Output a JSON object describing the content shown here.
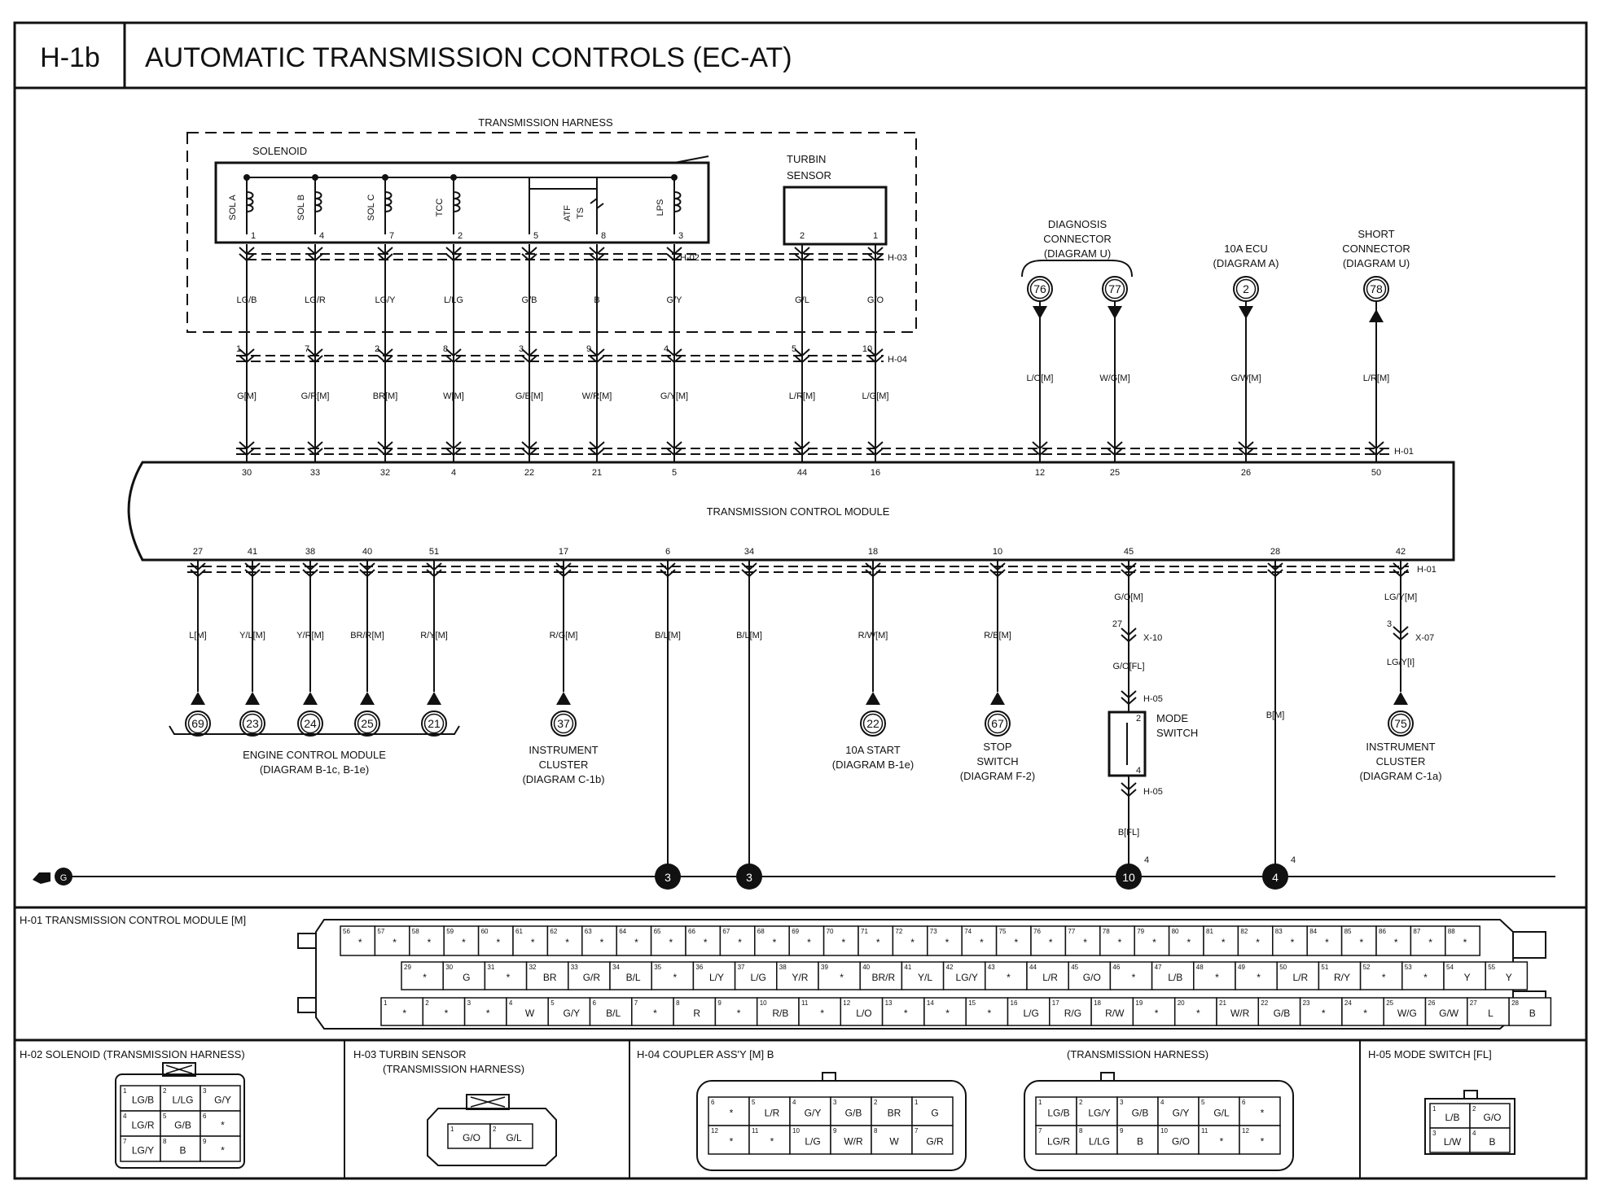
{
  "header": {
    "id": "H-1b",
    "title": "AUTOMATIC TRANSMISSION CONTROLS (EC-AT)"
  },
  "harness": {
    "label": "TRANSMISSION HARNESS"
  },
  "solenoid": {
    "label": "SOLENOID",
    "elements": [
      {
        "name": "SOL A",
        "pin": "1"
      },
      {
        "name": "SOL B",
        "pin": "4"
      },
      {
        "name": "SOL C",
        "pin": "7"
      },
      {
        "name": "TCC",
        "pin": "2"
      },
      {
        "name": "ATF TS",
        "pin": "5"
      },
      {
        "name": "",
        "pin": "8"
      },
      {
        "name": "LPS",
        "pin": "3"
      }
    ]
  },
  "turbin": {
    "label1": "TURBIN",
    "label2": "SENSOR",
    "pins": [
      "2",
      "1"
    ]
  },
  "tcm": {
    "label": "TRANSMISSION CONTROL MODULE"
  },
  "connector_ids": {
    "h02": "H-02",
    "h03": "H-03",
    "h04": "H-04",
    "h01": "H-01",
    "x10": "X-10",
    "x07": "X-07",
    "h05": "H-05"
  },
  "upper_wires": [
    {
      "harness_color": "LG/B",
      "h04_pin": "1",
      "wire": "G[M]",
      "tcm_pin": "30"
    },
    {
      "harness_color": "LG/R",
      "h04_pin": "7",
      "wire": "G/R[M]",
      "tcm_pin": "33"
    },
    {
      "harness_color": "LG/Y",
      "h04_pin": "2",
      "wire": "BR[M]",
      "tcm_pin": "32"
    },
    {
      "harness_color": "L/LG",
      "h04_pin": "8",
      "wire": "W[M]",
      "tcm_pin": "4"
    },
    {
      "harness_color": "G/B",
      "h04_pin": "3",
      "wire": "G/B[M]",
      "tcm_pin": "22"
    },
    {
      "harness_color": "B",
      "h04_pin": "9",
      "wire": "W/R[M]",
      "tcm_pin": "21"
    },
    {
      "harness_color": "G/Y",
      "h04_pin": "4",
      "wire": "G/Y[M]",
      "tcm_pin": "5"
    },
    {
      "harness_color": "G/L",
      "h04_pin": "5",
      "wire": "L/R[M]",
      "tcm_pin": "44"
    },
    {
      "harness_color": "G/O",
      "h04_pin": "10",
      "wire": "L/G[M]",
      "tcm_pin": "16"
    }
  ],
  "right_circuits": [
    {
      "title": [
        "DIAGNOSIS",
        "CONNECTOR",
        "(DIAGRAM U)"
      ],
      "ref": "76",
      "wire": "L/O[M]",
      "tcm_pin": "12",
      "dir": "down"
    },
    {
      "title": [],
      "ref": "77",
      "wire": "W/G[M]",
      "tcm_pin": "25",
      "dir": "down"
    },
    {
      "title": [
        "10A ECU",
        "(DIAGRAM A)"
      ],
      "ref": "2",
      "wire": "G/W[M]",
      "tcm_pin": "26",
      "dir": "down"
    },
    {
      "title": [
        "SHORT",
        "CONNECTOR",
        "(DIAGRAM U)"
      ],
      "ref": "78",
      "wire": "L/R[M]",
      "tcm_pin": "50",
      "dir": "up"
    }
  ],
  "lower_wires": [
    {
      "tcm_pin": "27",
      "wire": "L[M]",
      "ref": "69"
    },
    {
      "tcm_pin": "41",
      "wire": "Y/L[M]",
      "ref": "23"
    },
    {
      "tcm_pin": "38",
      "wire": "Y/R[M]",
      "ref": "24"
    },
    {
      "tcm_pin": "40",
      "wire": "BR/R[M]",
      "ref": "25"
    },
    {
      "tcm_pin": "51",
      "wire": "R/Y[M]",
      "ref": "21"
    },
    {
      "tcm_pin": "17",
      "wire": "R/G[M]",
      "ref": "37"
    },
    {
      "tcm_pin": "6",
      "wire": "B/L[M]",
      "ref": ""
    },
    {
      "tcm_pin": "34",
      "wire": "B/L[M]",
      "ref": ""
    },
    {
      "tcm_pin": "18",
      "wire": "R/W[M]",
      "ref": "22"
    },
    {
      "tcm_pin": "10",
      "wire": "R/B[M]",
      "ref": "67"
    },
    {
      "tcm_pin": "45",
      "wire": "G/O[M]",
      "ref": ""
    },
    {
      "tcm_pin": "28",
      "wire": "B[M]",
      "ref": ""
    },
    {
      "tcm_pin": "42",
      "wire": "LG/Y[M]",
      "ref": "75"
    }
  ],
  "ecm": {
    "label1": "ENGINE CONTROL MODULE",
    "label2": "(DIAGRAM B-1c, B-1e)"
  },
  "inst_cluster_1": [
    "INSTRUMENT",
    "CLUSTER",
    "(DIAGRAM C-1b)"
  ],
  "start_10a": [
    "10A START",
    "(DIAGRAM B-1e)"
  ],
  "stop_switch": [
    "STOP",
    "SWITCH",
    "(DIAGRAM F-2)"
  ],
  "inst_cluster_2": [
    "INSTRUMENT",
    "CLUSTER",
    "(DIAGRAM C-1a)"
  ],
  "mode_switch": {
    "label1": "MODE",
    "label2": "SWITCH",
    "x10_pin": "27",
    "mid_wire": "G/O[FL]",
    "pin_top": "2",
    "pin_bottom": "4",
    "bottom_wire": "B[FL]"
  },
  "x07": {
    "pin": "3",
    "wire": "LG/Y[I]"
  },
  "ground": {
    "label": "G",
    "nodes": [
      {
        "label": "3",
        "pin": ""
      },
      {
        "label": "3",
        "pin": ""
      },
      {
        "label": "10",
        "pin": "4"
      },
      {
        "label": "4",
        "pin": "4"
      }
    ]
  },
  "panels": {
    "h01": {
      "title": "H-01 TRANSMISSION CONTROL MODULE [M]",
      "row1": [
        [
          "56",
          "*"
        ],
        [
          "57",
          "*"
        ],
        [
          "58",
          "*"
        ],
        [
          "59",
          "*"
        ],
        [
          "60",
          "*"
        ],
        [
          "61",
          "*"
        ],
        [
          "62",
          "*"
        ],
        [
          "63",
          "*"
        ],
        [
          "64",
          "*"
        ],
        [
          "65",
          "*"
        ],
        [
          "66",
          "*"
        ],
        [
          "67",
          "*"
        ],
        [
          "68",
          "*"
        ],
        [
          "69",
          "*"
        ],
        [
          "70",
          "*"
        ],
        [
          "71",
          "*"
        ],
        [
          "72",
          "*"
        ],
        [
          "73",
          "*"
        ],
        [
          "74",
          "*"
        ],
        [
          "75",
          "*"
        ],
        [
          "76",
          "*"
        ],
        [
          "77",
          "*"
        ],
        [
          "78",
          "*"
        ],
        [
          "79",
          "*"
        ],
        [
          "80",
          "*"
        ],
        [
          "81",
          "*"
        ],
        [
          "82",
          "*"
        ],
        [
          "83",
          "*"
        ],
        [
          "84",
          "*"
        ],
        [
          "85",
          "*"
        ],
        [
          "86",
          "*"
        ],
        [
          "87",
          "*"
        ],
        [
          "88",
          "*"
        ]
      ],
      "row2": [
        [
          "29",
          "*"
        ],
        [
          "30",
          "G"
        ],
        [
          "31",
          "*"
        ],
        [
          "32",
          "BR"
        ],
        [
          "33",
          "G/R"
        ],
        [
          "34",
          "B/L"
        ],
        [
          "35",
          "*"
        ],
        [
          "36",
          "L/Y"
        ],
        [
          "37",
          "L/G"
        ],
        [
          "38",
          "Y/R"
        ],
        [
          "39",
          "*"
        ],
        [
          "40",
          "BR/R"
        ],
        [
          "41",
          "Y/L"
        ],
        [
          "42",
          "LG/Y"
        ],
        [
          "43",
          "*"
        ],
        [
          "44",
          "L/R"
        ],
        [
          "45",
          "G/O"
        ],
        [
          "46",
          "*"
        ],
        [
          "47",
          "L/B"
        ],
        [
          "48",
          "*"
        ],
        [
          "49",
          "*"
        ],
        [
          "50",
          "L/R"
        ],
        [
          "51",
          "R/Y"
        ],
        [
          "52",
          "*"
        ],
        [
          "53",
          "*"
        ],
        [
          "54",
          "Y"
        ],
        [
          "55",
          "Y"
        ]
      ],
      "row3": [
        [
          "1",
          "*"
        ],
        [
          "2",
          "*"
        ],
        [
          "3",
          "*"
        ],
        [
          "4",
          "W"
        ],
        [
          "5",
          "G/Y"
        ],
        [
          "6",
          "B/L"
        ],
        [
          "7",
          "*"
        ],
        [
          "8",
          "R"
        ],
        [
          "9",
          "*"
        ],
        [
          "10",
          "R/B"
        ],
        [
          "11",
          "*"
        ],
        [
          "12",
          "L/O"
        ],
        [
          "13",
          "*"
        ],
        [
          "14",
          "*"
        ],
        [
          "15",
          "*"
        ],
        [
          "16",
          "L/G"
        ],
        [
          "17",
          "R/G"
        ],
        [
          "18",
          "R/W"
        ],
        [
          "19",
          "*"
        ],
        [
          "20",
          "*"
        ],
        [
          "21",
          "W/R"
        ],
        [
          "22",
          "G/B"
        ],
        [
          "23",
          "*"
        ],
        [
          "24",
          "*"
        ],
        [
          "25",
          "W/G"
        ],
        [
          "26",
          "G/W"
        ],
        [
          "27",
          "L"
        ],
        [
          "28",
          "B"
        ]
      ]
    },
    "h02": {
      "title": "H-02 SOLENOID (TRANSMISSION HARNESS)",
      "rows": [
        [
          [
            "1",
            "LG/B"
          ],
          [
            "2",
            "L/LG"
          ],
          [
            "3",
            "G/Y"
          ]
        ],
        [
          [
            "4",
            "LG/R"
          ],
          [
            "5",
            "G/B"
          ],
          [
            "6",
            "*"
          ]
        ],
        [
          [
            "7",
            "LG/Y"
          ],
          [
            "8",
            "B"
          ],
          [
            "9",
            "*"
          ]
        ]
      ]
    },
    "h03": {
      "title1": "H-03 TURBIN SENSOR",
      "title2": "(TRANSMISSION HARNESS)",
      "cells": [
        [
          "1",
          "G/O"
        ],
        [
          "2",
          "G/L"
        ]
      ]
    },
    "h04": {
      "title": "H-04 COUPLER ASS'Y [M] B",
      "subtitle": "(TRANSMISSION HARNESS)",
      "left": [
        [
          [
            "6",
            "*"
          ],
          [
            "5",
            "L/R"
          ],
          [
            "4",
            "G/Y"
          ],
          [
            "3",
            "G/B"
          ],
          [
            "2",
            "BR"
          ],
          [
            "1",
            "G"
          ]
        ],
        [
          [
            "12",
            "*"
          ],
          [
            "11",
            "*"
          ],
          [
            "10",
            "L/G"
          ],
          [
            "9",
            "W/R"
          ],
          [
            "8",
            "W"
          ],
          [
            "7",
            "G/R"
          ]
        ]
      ],
      "right": [
        [
          [
            "1",
            "LG/B"
          ],
          [
            "2",
            "LG/Y"
          ],
          [
            "3",
            "G/B"
          ],
          [
            "4",
            "G/Y"
          ],
          [
            "5",
            "G/L"
          ],
          [
            "6",
            "*"
          ]
        ],
        [
          [
            "7",
            "LG/R"
          ],
          [
            "8",
            "L/LG"
          ],
          [
            "9",
            "B"
          ],
          [
            "10",
            "G/O"
          ],
          [
            "11",
            "*"
          ],
          [
            "12",
            "*"
          ]
        ]
      ]
    },
    "h05": {
      "title": "H-05 MODE SWITCH [FL]",
      "rows": [
        [
          [
            "1",
            "L/B"
          ],
          [
            "2",
            "G/O"
          ]
        ],
        [
          [
            "3",
            "L/W"
          ],
          [
            "4",
            "B"
          ]
        ]
      ]
    }
  }
}
